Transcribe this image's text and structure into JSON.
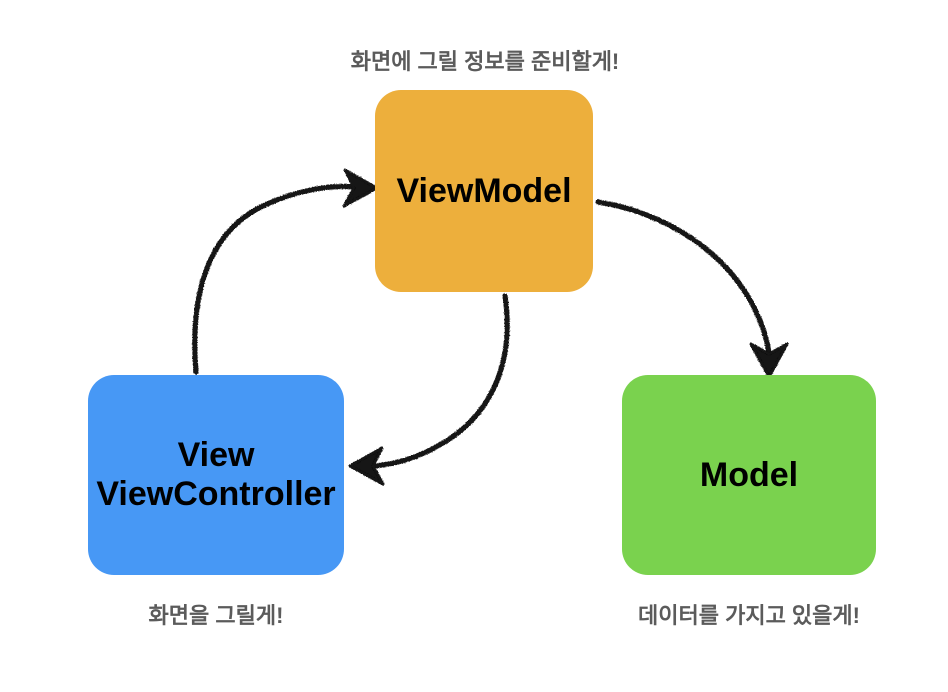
{
  "diagram": {
    "title": "MVVM architecture diagram",
    "background_color": "#ffffff",
    "nodes": [
      {
        "id": "viewmodel",
        "label": "ViewModel",
        "color": "#edaf3c",
        "text_color": "#000000"
      },
      {
        "id": "view",
        "label_line1": "View",
        "label_line2": "ViewController",
        "color": "#4798f5",
        "text_color": "#000000"
      },
      {
        "id": "model",
        "label": "Model",
        "color": "#7ad24e",
        "text_color": "#000000"
      }
    ],
    "captions": {
      "top": "화면에 그릴 정보를 준비할게!",
      "bottom_left": "화면을 그릴게!",
      "bottom_right": "데이터를 가지고 있을게!",
      "color": "#5b5b5b"
    },
    "arrows": [
      {
        "id": "view-to-viewmodel",
        "from": "view",
        "to": "viewmodel",
        "direction": "up-right",
        "color": "#111111",
        "style": "hand-drawn-curved"
      },
      {
        "id": "viewmodel-to-view",
        "from": "viewmodel",
        "to": "view",
        "direction": "down-left",
        "color": "#111111",
        "style": "hand-drawn-curved"
      },
      {
        "id": "viewmodel-to-model",
        "from": "viewmodel",
        "to": "model",
        "direction": "down-right",
        "color": "#111111",
        "style": "hand-drawn-curved"
      }
    ]
  }
}
